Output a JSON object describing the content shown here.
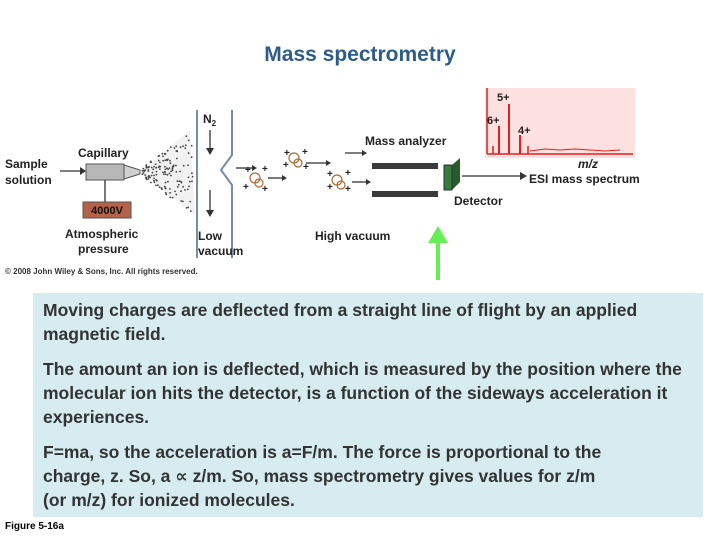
{
  "title": "Mass spectrometry",
  "diagram": {
    "sample_label_1": "Sample",
    "sample_label_2": "solution",
    "capillary_label": "Capillary",
    "voltage_label": "4000V",
    "atmospheric_label_1": "Atmospheric",
    "atmospheric_label_2": "pressure",
    "n2_label": "N",
    "n2_subscript": "2",
    "low_vacuum_label_1": "Low",
    "low_vacuum_label_2": "vacuum",
    "mass_analyzer_label": "Mass analyzer",
    "high_vacuum_label": "High vacuum",
    "detector_label": "Detector",
    "esi_label": "ESI mass spectrum",
    "mz_axis_label": "m/z",
    "peak_labels": [
      "5+",
      "6+",
      "4+"
    ],
    "copyright": "© 2008 John Wiley & Sons, Inc. All rights reserved."
  },
  "paragraphs": {
    "p1": "Moving charges are deflected from a straight line of flight by an applied magnetic field.",
    "p2": "The amount an ion is deflected, which is measured by the position where the molecular ion hits the detector, is a function of the sideways acceleration it experiences.",
    "p3_line1": "F=ma, so the acceleration is a=F/m.  The force is proportional to the",
    "p3_line2": "charge, z.  So, a ∝ z/m.  So, mass spectrometry gives values for z/m",
    "p3_line3": "(or m/z) for ionized molecules."
  },
  "figure_label": "Figure 5-16a",
  "colors": {
    "title": "#2e5c8a",
    "text_box": "#d6ecf0",
    "voltage_box": "#b5624a",
    "spectrum": "#e02020",
    "detector": "#3a7a3a",
    "arrow": "#66ee55"
  }
}
